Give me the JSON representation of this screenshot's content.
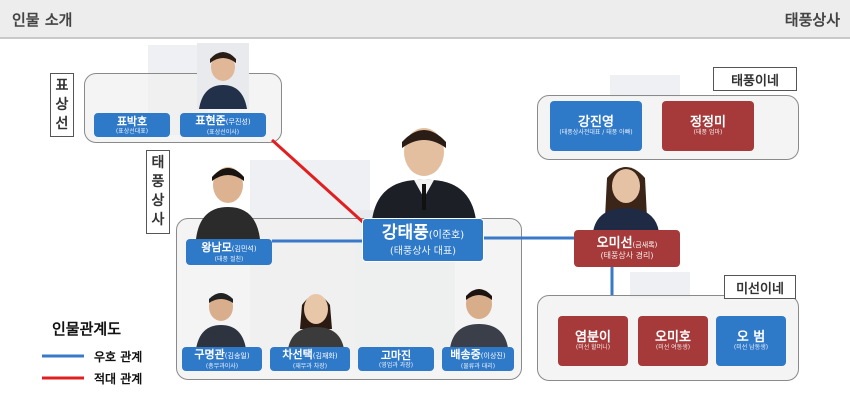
{
  "header": {
    "section_title": "인물 소개",
    "company": "태풍상사"
  },
  "labels": {
    "pyo_group": "표\n상\n선",
    "taepung_group": "태\n풍\n상\n사",
    "taepung_family": "태풍이네",
    "miseon_family": "미선이네"
  },
  "characters": {
    "pyo_bakho": {
      "name": "표박호",
      "desc": "(표상선대표)"
    },
    "pyo_hyeonjun": {
      "name": "표현준",
      "actor": "(무진성)",
      "desc": "(표상선이사)"
    },
    "gang_taepung": {
      "name": "강태풍",
      "actor": "(이준호)",
      "desc": "(태풍상사 대표)"
    },
    "gang_jinyoung": {
      "name": "강진영",
      "desc": "(태풍상사전대표 / 태풍 아빠)"
    },
    "jeong_jeongmi": {
      "name": "정정미",
      "desc": "(태풍 엄마)"
    },
    "wang_nammo": {
      "name": "왕남모",
      "actor": "(김민석)",
      "desc": "(태풍 절친)"
    },
    "o_miseon": {
      "name": "오미선",
      "actor": "(금새록)",
      "desc": "(태풍상사 경리)"
    },
    "gu_myeonggwan": {
      "name": "구명관",
      "actor": "(김송일)",
      "desc": "(총무과이사)"
    },
    "cha_seontaek": {
      "name": "차선택",
      "actor": "(김재화)",
      "desc": "(재무과 차장)"
    },
    "go_majin": {
      "name": "고마진",
      "desc": "(영업과 과장)"
    },
    "bae_songjung": {
      "name": "배송중",
      "actor": "(이상진)",
      "desc": "(물류과 대리)"
    },
    "yeom_buni": {
      "name": "염분이",
      "desc": "(미선 할머니)"
    },
    "o_miho": {
      "name": "오미호",
      "desc": "(미선 여동생)"
    },
    "o_beom": {
      "name": "오 범",
      "desc": "(미선 남동생)"
    }
  },
  "legend": {
    "title": "인물관계도",
    "friendly": "우호 관계",
    "hostile": "적대 관계",
    "friendly_color": "#3a78c9",
    "hostile_color": "#e02020"
  },
  "relations": [
    {
      "from": "강태풍",
      "to": "표현준",
      "type": "hostile"
    },
    {
      "from": "강태풍",
      "to": "왕남모",
      "type": "friendly"
    },
    {
      "from": "강태풍",
      "to": "오미선",
      "type": "friendly"
    },
    {
      "from": "오미선",
      "to": "미선이네",
      "type": "friendly"
    }
  ]
}
